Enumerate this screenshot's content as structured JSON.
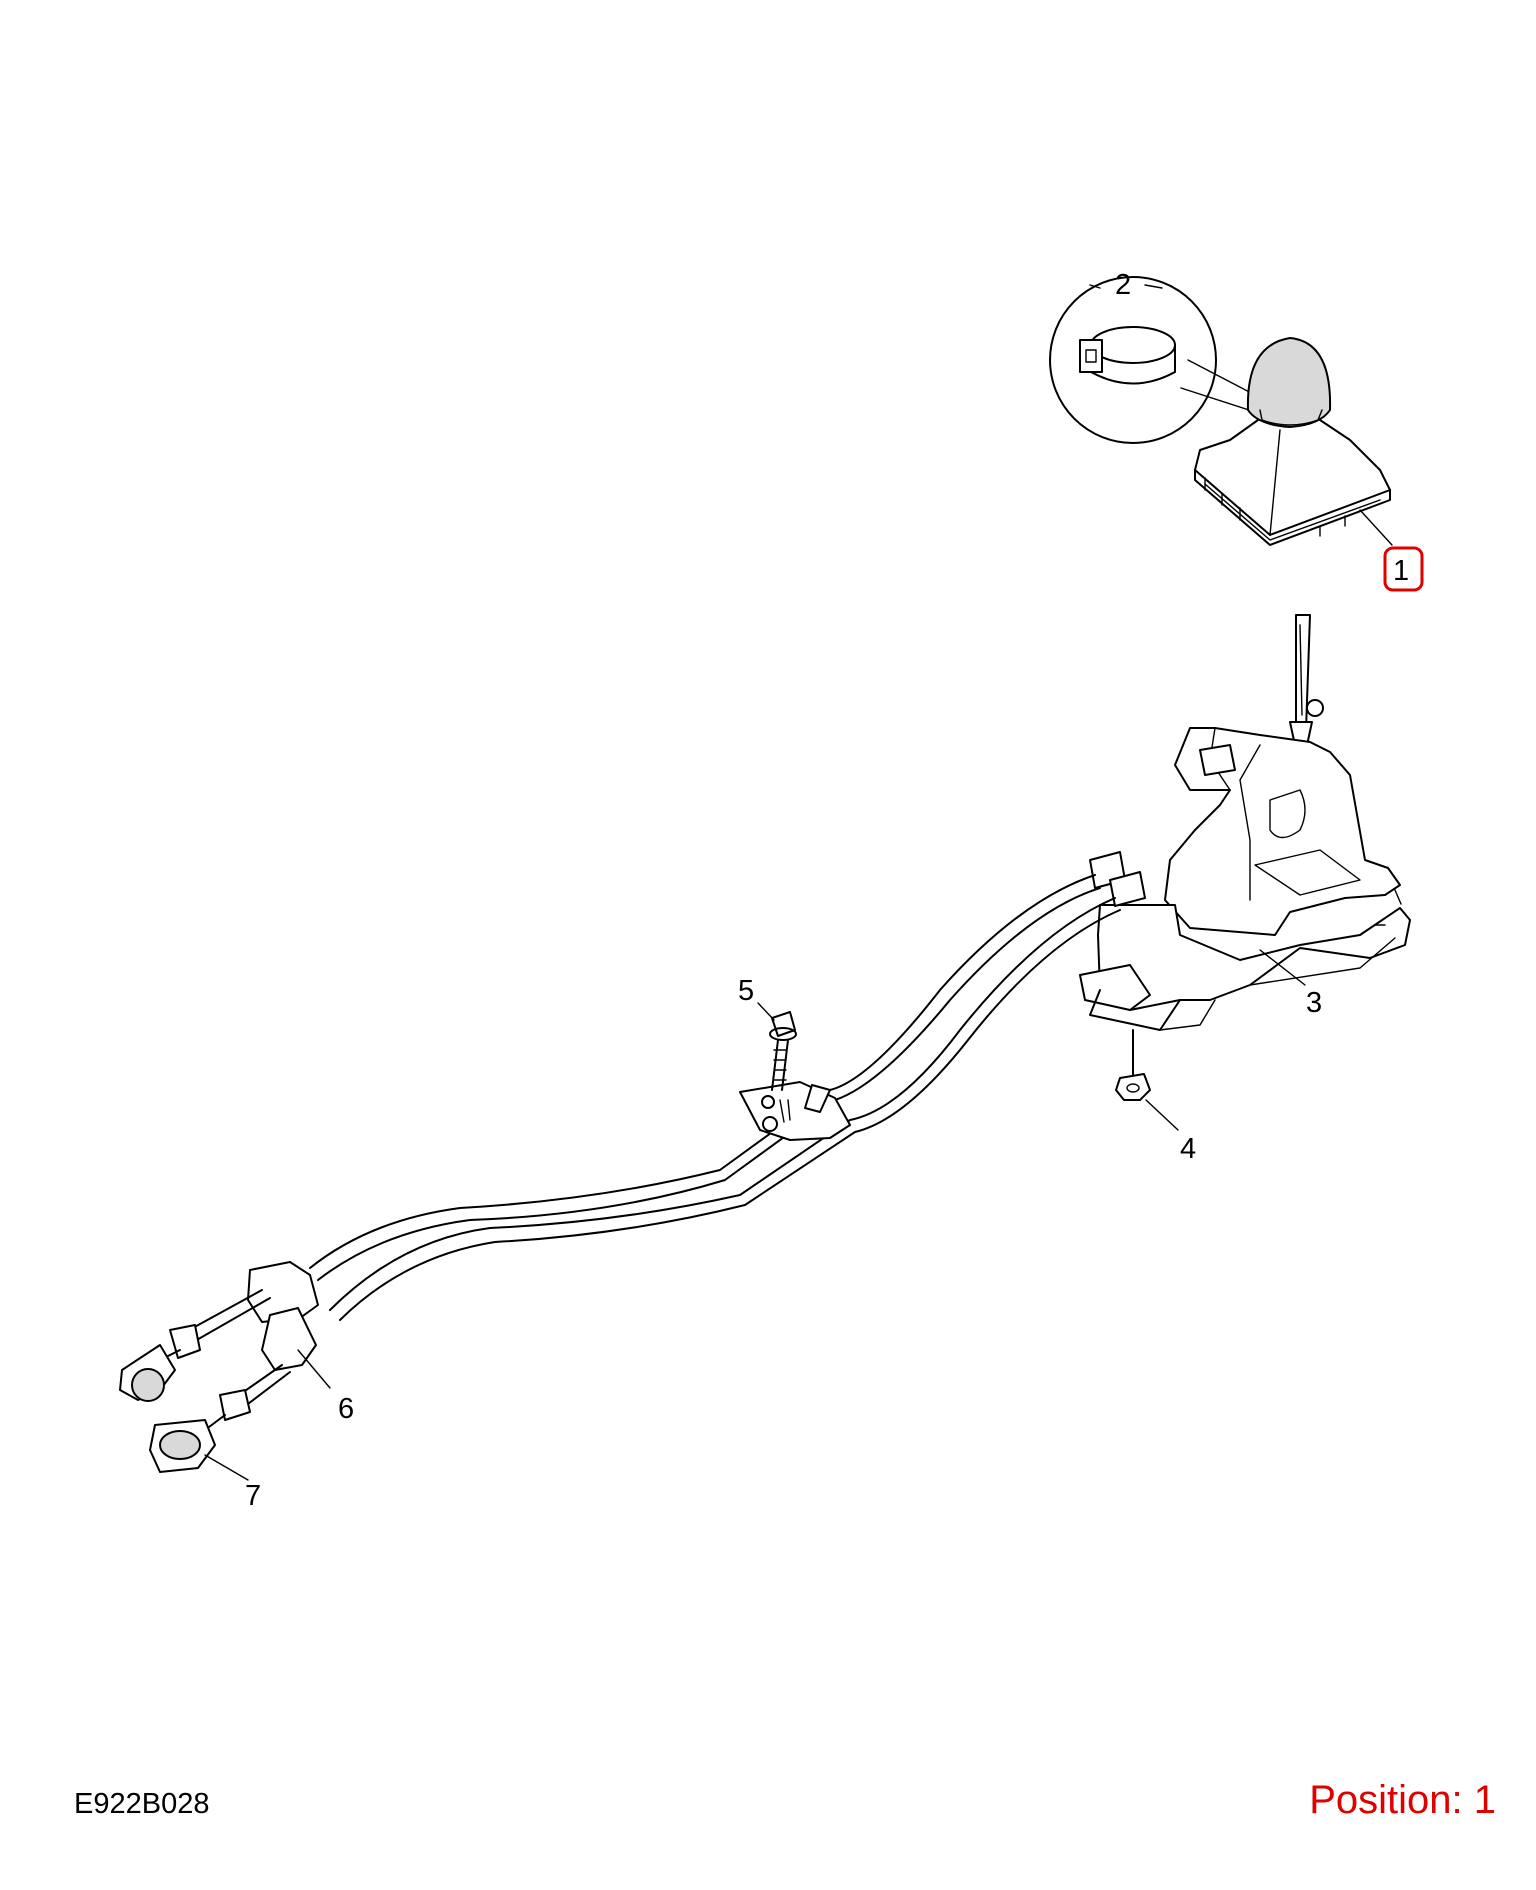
{
  "diagram_code": "E922B028",
  "position_text": "Position: 1",
  "highlight_color": "#e00000",
  "callouts": [
    {
      "id": "1",
      "text": "1",
      "highlighted": true
    },
    {
      "id": "2",
      "text": "2",
      "highlighted": false
    },
    {
      "id": "3",
      "text": "3",
      "highlighted": false
    },
    {
      "id": "4",
      "text": "4",
      "highlighted": false
    },
    {
      "id": "5",
      "text": "5",
      "highlighted": false
    },
    {
      "id": "6",
      "text": "6",
      "highlighted": false
    },
    {
      "id": "7",
      "text": "7",
      "highlighted": false
    }
  ]
}
